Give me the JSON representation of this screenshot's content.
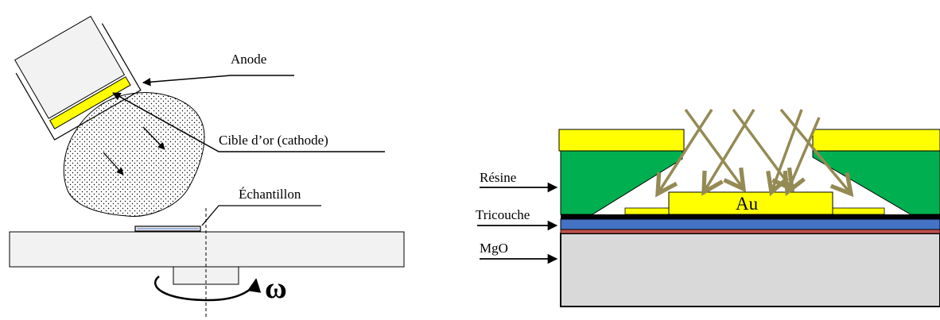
{
  "left_diagram": {
    "labels": {
      "anode": "Anode",
      "cathode": "Cible d’or (cathode)",
      "sample": "Échantillon",
      "rotation": "ω"
    },
    "colors": {
      "gold": "#ffff00",
      "outline": "#000000",
      "platform": "#f2f2f2",
      "plasma_dots": "#000000"
    }
  },
  "right_diagram": {
    "labels": {
      "resine": "Résine",
      "tricouche": "Tricouche",
      "mgo": "MgO",
      "au": "Au"
    },
    "colors": {
      "gold": "#ffff00",
      "resin": "#00b050",
      "trilayer_blue": "#4472c4",
      "trilayer_red": "#c0504d",
      "substrate": "#d9d9d9",
      "deposition_arrows": "#948a54"
    }
  }
}
